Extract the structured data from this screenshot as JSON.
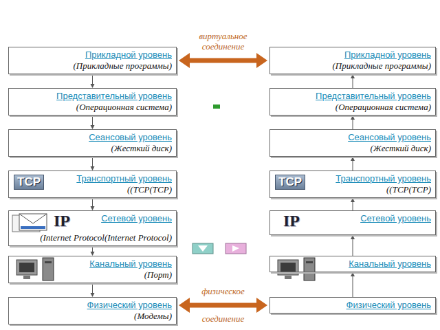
{
  "diagram": {
    "nodes": [
      {
        "text": [
          "Прикладной уровень",
          "(Прикладные программы)"
        ]
      },
      {
        "text": [
          "Представительный уровень",
          "(Операционная система)"
        ]
      },
      {
        "text": [
          "Сеансовый уровень",
          "(Жесткий диск)"
        ]
      },
      {
        "text": [
          "Транспортный уровень",
          "((TCP(TCP)"
        ]
      },
      {
        "text": [
          "Сетевой уровень",
          "(Internet Protocol(Internet Protocol)"
        ]
      },
      {
        "text": [
          "Канальный уровень",
          "(Порт)"
        ]
      },
      {
        "text": [
          "Физический уровень",
          "(Модемы)"
        ]
      },
      {
        "text": [
          "Прикладной уровень",
          "(Прикладные программы)"
        ]
      },
      {
        "text": [
          "Представительный уровень",
          "(Операционная система)"
        ]
      },
      {
        "text": [
          "Сеансовый уровень",
          "(Жесткий диск)"
        ]
      },
      {
        "text": [
          "Транспортный уровень",
          "((TCP(TCP)"
        ]
      },
      {
        "text": [
          "Сетевой уровень"
        ]
      },
      {
        "text": [
          "Канальный уровень"
        ]
      },
      {
        "text": [
          "Физический уровень"
        ]
      }
    ],
    "edges": [
      {
        "from": 0,
        "to": 7,
        "arrow": "both",
        "label": "виртуальное соединение"
      },
      {
        "from": 6,
        "to": 13,
        "arrow": "both",
        "label": "физическое"
      },
      {
        "from": 0,
        "to": 1,
        "arrow": "to"
      },
      {
        "from": 1,
        "to": 2,
        "arrow": "to"
      },
      {
        "from": 2,
        "to": 3,
        "arrow": "to"
      },
      {
        "from": 3,
        "to": 4,
        "arrow": "to"
      },
      {
        "from": 4,
        "to": 5,
        "arrow": "to"
      },
      {
        "from": 5,
        "to": 6,
        "arrow": "to"
      },
      {
        "from": 13,
        "to": 12,
        "arrow": "to"
      },
      {
        "from": 12,
        "to": 11,
        "arrow": "to"
      },
      {
        "from": 11,
        "to": 10,
        "arrow": "to"
      },
      {
        "from": 10,
        "to": 9,
        "arrow": "to"
      },
      {
        "from": 9,
        "to": 8,
        "arrow": "to"
      },
      {
        "from": 8,
        "to": 7,
        "arrow": "to"
      }
    ],
    "labels": [
      "TCP",
      "TCP",
      "IP",
      "IP",
      "соединение"
    ]
  }
}
